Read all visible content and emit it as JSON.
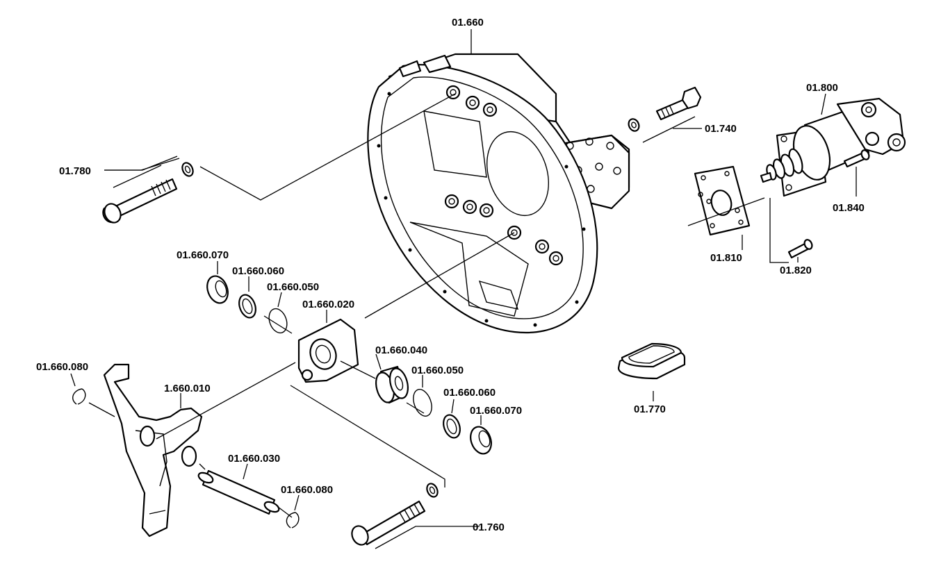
{
  "diagram": {
    "labels": {
      "housing": "01.660",
      "bolt_top_left": "01.780",
      "bolt_top_right": "01.740",
      "cylinder": "01.800",
      "cylinder_screw": "01.840",
      "plate": "01.810",
      "plate_screw": "01.820",
      "gasket": "01.770",
      "seal_upper": "01.660.070",
      "ring_upper": "01.660.060",
      "circlip_upper": "01.660.050",
      "bracket": "01.660.020",
      "bearing": "01.660.040",
      "circlip_lower": "01.660.050",
      "ring_lower": "01.660.060",
      "seal_lower": "01.660.070",
      "clip_left": "01.660.080",
      "fork": "1.660.010",
      "shaft": "01.660.030",
      "clip_right": "01.660.080",
      "bolt_bottom": "01.760"
    }
  }
}
